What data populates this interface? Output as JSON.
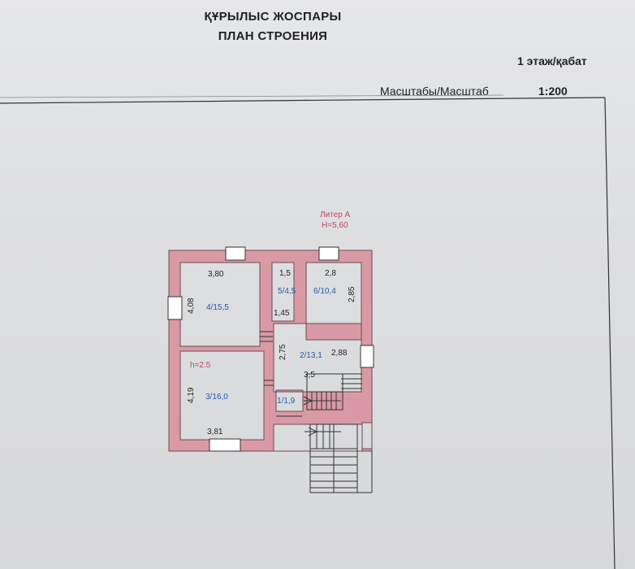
{
  "header": {
    "title_kz": "ҚҰРЫЛЫС ЖОСПАРЫ",
    "title_ru": "ПЛАН СТРОЕНИЯ",
    "floor": "1 этаж/қабат",
    "scale_label": "Масштабы/Масштаб",
    "scale_value": "1:200"
  },
  "building": {
    "liter": "Литер А",
    "height": "Н=5,60",
    "ceiling": "h=2.5"
  },
  "rooms": [
    {
      "label": "4/15,5",
      "width": "3,80",
      "length": "4,08"
    },
    {
      "label": "5/4,5",
      "width": "1,5",
      "length": "1,45"
    },
    {
      "label": "6/10,4",
      "width": "2,8",
      "length": "2,85"
    },
    {
      "label": "2/13,1",
      "width": "2,88",
      "length": "2,75",
      "extra": "3,5"
    },
    {
      "label": "3/16,0",
      "width": "3,81",
      "length": "4,19"
    },
    {
      "label": "1/1,9"
    }
  ],
  "colors": {
    "wall": "#d99aa6",
    "wall_stroke": "#6d4a52",
    "area_text": "#2a58a8",
    "liter_text": "#c0485a"
  }
}
